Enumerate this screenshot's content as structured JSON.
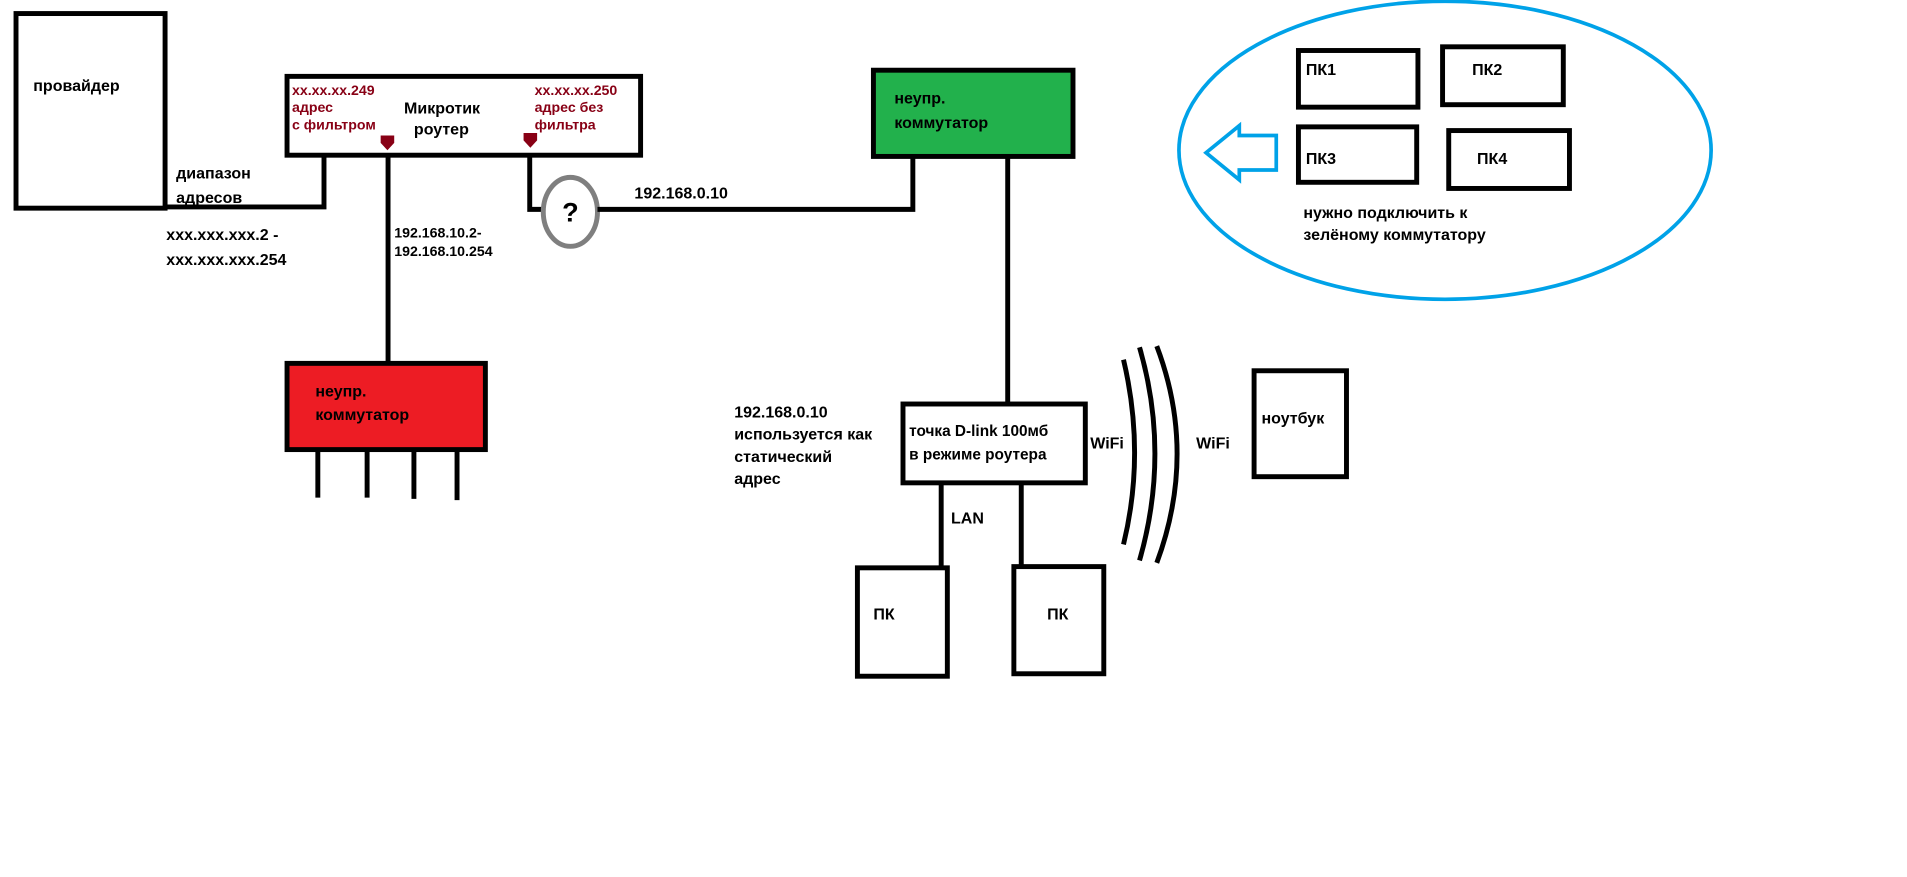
{
  "colors": {
    "red_switch": "#ED1C24",
    "green_switch": "#22B14C",
    "annotation_blue": "#00A2E8",
    "router_port_text": "#880015",
    "question_circle": "#7F7F7F"
  },
  "provider": {
    "label": "провайдер"
  },
  "address_range": {
    "label_line1": "диапазон",
    "label_line2": "адресов",
    "range_line1": "xxx.xxx.xxx.2 -",
    "range_line2": "xxx.xxx.xxx.254"
  },
  "router": {
    "title_line1": "Микротик",
    "title_line2": "роутер",
    "port_filtered": {
      "ip": "xx.xx.xx.249",
      "line1": "адрес",
      "line2": "с фильтром"
    },
    "port_unfiltered": {
      "ip": "xx.xx.xx.250",
      "line1": "адрес без",
      "line2": "фильтра"
    }
  },
  "lan_range": {
    "line1": "192.168.10.2-",
    "line2": "192.168.10.254"
  },
  "red_switch": {
    "line1": "неупр.",
    "line2": "коммутатор"
  },
  "question": {
    "symbol": "?"
  },
  "link_ip": "192.168.0.10",
  "green_switch": {
    "line1": "неупр.",
    "line2": "коммутатор"
  },
  "static_note": {
    "line1": "192.168.0.10",
    "line2": "используется как",
    "line3": "статический",
    "line4": "адрес"
  },
  "dlink": {
    "line1": "точка D-link 100мб",
    "line2": "в режиме роутера"
  },
  "lan_label": "LAN",
  "wifi_left": "WiFi",
  "wifi_right": "WiFi",
  "laptop": {
    "label": "ноутбук"
  },
  "lan_pcs": [
    {
      "label": "ПК"
    },
    {
      "label": "ПК"
    }
  ],
  "callout": {
    "pcs": [
      {
        "label": "ПК1"
      },
      {
        "label": "ПК2"
      },
      {
        "label": "ПК3"
      },
      {
        "label": "ПК4"
      }
    ],
    "note_line1": "нужно подключить к",
    "note_line2": "зелёному коммутатору"
  }
}
